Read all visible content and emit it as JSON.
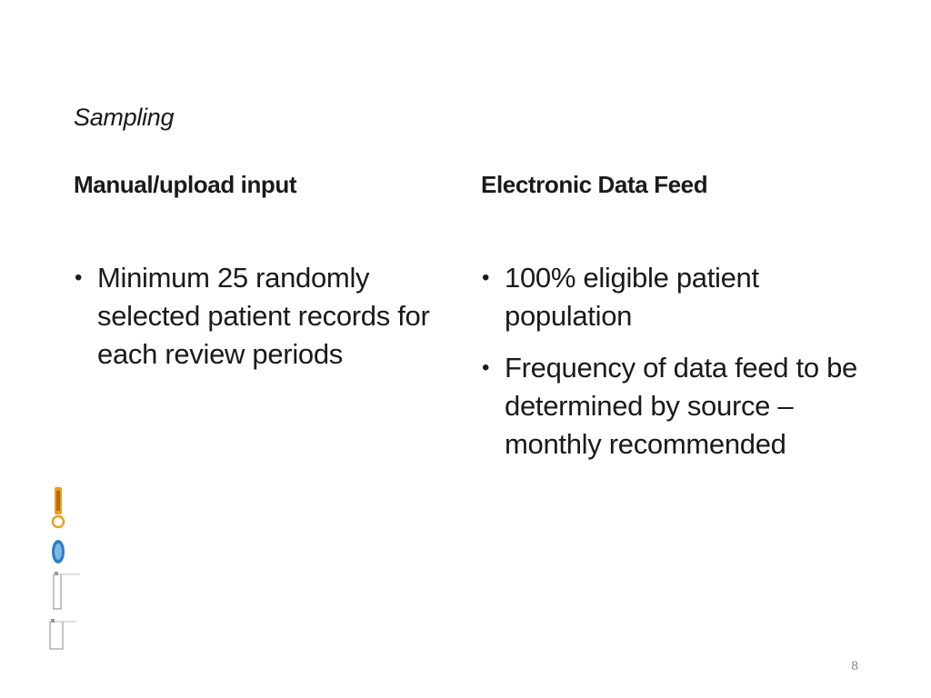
{
  "slide": {
    "title": "Sampling",
    "page_number": "8"
  },
  "columns": {
    "left": {
      "heading": "Manual/upload input",
      "bullets": [
        "Minimum 25 randomly selected patient records for each review periods"
      ]
    },
    "right": {
      "heading": "Electronic Data Feed",
      "bullets": [
        "100% eligible patient population",
        "Frequency of data feed to be determined by source – monthly recommended"
      ]
    }
  },
  "icons": [
    "logo-icon-orange",
    "logo-icon-blue",
    "document-thumbnail-icon",
    "document-thumbnail-icon"
  ],
  "colors": {
    "text": "#1a1a1a",
    "page_number": "#8a8a8a",
    "logo_orange": "#e8a020",
    "logo_blue": "#2a7fc4"
  }
}
